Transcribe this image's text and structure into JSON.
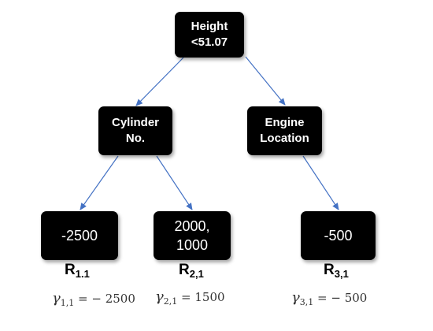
{
  "tree": {
    "root": {
      "lines": [
        "Height",
        "<51.07"
      ]
    },
    "left": {
      "lines": [
        "Cylinder",
        "No."
      ]
    },
    "right": {
      "lines": [
        "Engine",
        "Location"
      ]
    },
    "leaves": [
      {
        "lines": [
          "-2500"
        ],
        "region": "R",
        "region_sub": "1.1",
        "gamma_sub": "1,1",
        "gamma_value": "= − 2500"
      },
      {
        "lines": [
          "2000,",
          "1000"
        ],
        "region": "R",
        "region_sub": "2,1",
        "gamma_sub": "2,1",
        "gamma_value": "= 1500"
      },
      {
        "lines": [
          "-500"
        ],
        "region": "R",
        "region_sub": "3,1",
        "gamma_sub": "3,1",
        "gamma_value": "= − 500"
      }
    ],
    "gamma_symbol": "γ"
  },
  "colors": {
    "node_fill": "#000000",
    "node_text": "#ffffff",
    "edge": "#4472c4"
  }
}
